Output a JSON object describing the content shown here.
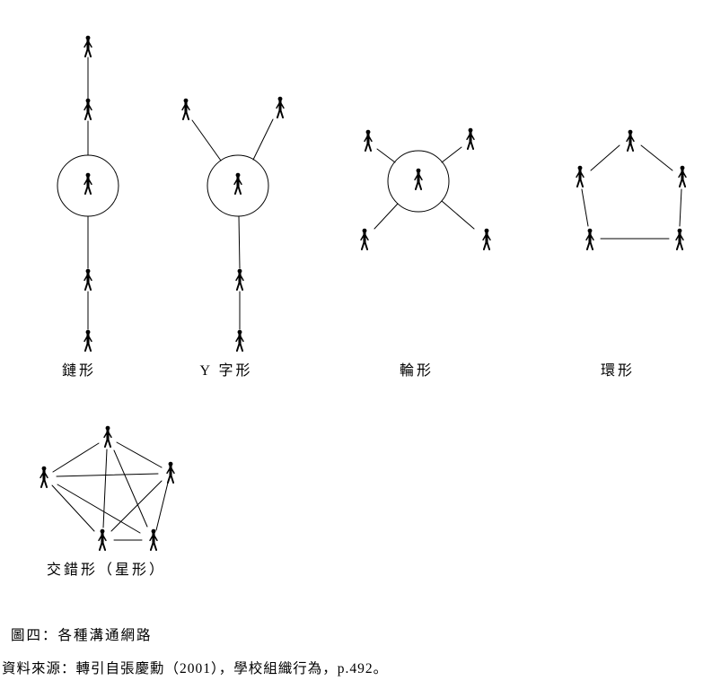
{
  "figure": {
    "caption": "圖四：各種溝通網路",
    "source": "資料來源：轉引自張慶勳（2001），學校組織行為，p.492。"
  },
  "diagrams": [
    {
      "label": "鏈形",
      "type": "chain",
      "nodes": 5,
      "highlighted_center": true
    },
    {
      "label": "Y 字形",
      "type": "y-shape",
      "nodes": 5,
      "highlighted_center": true
    },
    {
      "label": "輪形",
      "type": "wheel",
      "nodes": 5,
      "highlighted_center": true
    },
    {
      "label": "環形",
      "type": "ring",
      "nodes": 5,
      "highlighted_center": false
    },
    {
      "label": "交錯形（星形）",
      "type": "all-channel-star",
      "nodes": 5,
      "highlighted_center": false
    }
  ],
  "colors": {
    "line": "#000000",
    "person": "#000000",
    "background": "#ffffff"
  }
}
